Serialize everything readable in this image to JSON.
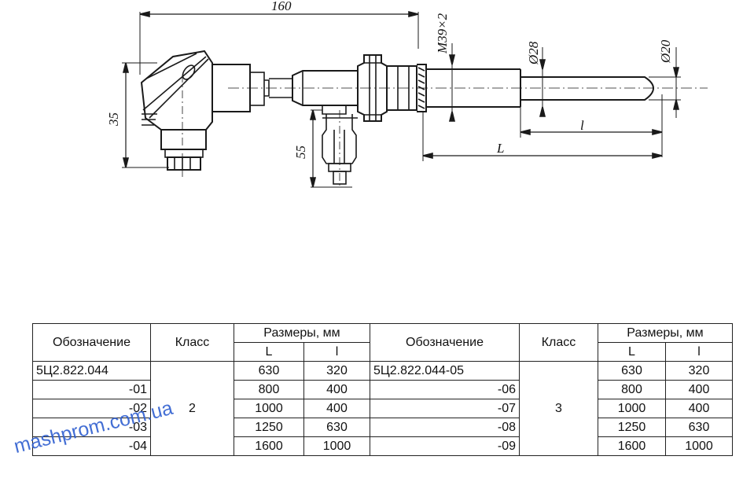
{
  "drawing": {
    "dimensions": {
      "total_length": "160",
      "head_height": "35",
      "connector_length": "55",
      "thread": "M39×2",
      "diameter_body": "Ø28",
      "diameter_tip": "Ø20",
      "immersion_length_L": "L",
      "immersion_length_l": "l"
    }
  },
  "table": {
    "headers": {
      "designation": "Обозначение",
      "class": "Класс",
      "dimensions": "Размеры, мм",
      "L": "L",
      "l": "l"
    },
    "left": {
      "class": "2",
      "rows": [
        {
          "designation": "5Ц2.822.044",
          "L": "630",
          "l": "320"
        },
        {
          "designation": "-01",
          "L": "800",
          "l": "400"
        },
        {
          "designation": "-02",
          "L": "1000",
          "l": "400"
        },
        {
          "designation": "-03",
          "L": "1250",
          "l": "630"
        },
        {
          "designation": "-04",
          "L": "1600",
          "l": "1000"
        }
      ]
    },
    "right": {
      "class": "3",
      "rows": [
        {
          "designation": "5Ц2.822.044-05",
          "L": "630",
          "l": "320"
        },
        {
          "designation": "-06",
          "L": "800",
          "l": "400"
        },
        {
          "designation": "-07",
          "L": "1000",
          "l": "400"
        },
        {
          "designation": "-08",
          "L": "1250",
          "l": "630"
        },
        {
          "designation": "-09",
          "L": "1600",
          "l": "1000"
        }
      ]
    }
  },
  "watermark": "mashprom.com.ua"
}
